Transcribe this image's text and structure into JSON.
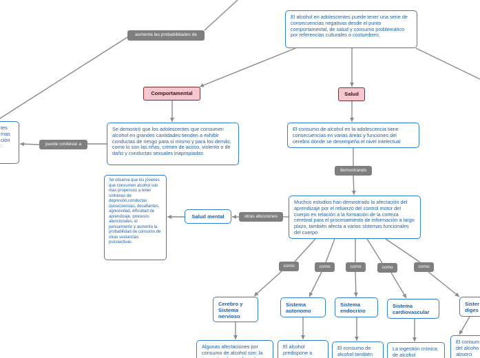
{
  "nodes": {
    "root": "El alcohol en adolescentes puede tener una serie de consecuencias negativas desde el punto comportamental, de salud y consumo problemático por referencias culturales o costumbres.",
    "comportamental": "Comportamental",
    "salud": "Salud",
    "comp_desc": "Se demostró que los adolescentes que consumen alcohol en grandes cantidades tienden a exhibir conductas de riesgo para sí mismo y para los demás, como lo son las riñas, crimen de acoso, violento o de daño y conductas sexuales inapropiadas",
    "left_partial": "tes\nmas\nción\n:",
    "salud_desc": "El consumo de alcohol en la adolescencia tiene consecuencias en varias áreas y funciones del cerebro donde se desempeña el nivel intelectual",
    "estudios": "Muchos estudios han demostrado la afectación del aprendizaje  por el refuerzo del control motor del cuerpo en relación a la formación de la corteza cerebral para el procesamiento de información a largo plazo, también afecta a varios sistemas funcionales del cuerpo",
    "salud_mental": "Salud mental",
    "salud_mental_desc": "Se observa que los jóvenes que consumen alcohol son mas propensos a tener síntomas de depresión,conductas oposicionistas, desafiantes, agresividad, dificultad de aprendizaje, procesos atencionales, el pensamiento y aumenta la probabilidad de consumo de otras sustancias psicoactivas.",
    "cerebro": "Cerebro y Sistema nervioso",
    "autonomo": "Sistema autonomo",
    "endocrino": "Sistema endocrino",
    "cardio": "Sistema cardiovascular",
    "digestivo": "Sister\ndiges",
    "cerebro_desc": "Algunas afectaciones por consumo de alcohol son: la memoria a largo plazo, la",
    "autonomo_desc": "El alcohol predispone a",
    "endocrino_desc": "El consumo de alcohol también",
    "cardio_desc": "La ingestión crónica de alcohol",
    "digestivo_desc": "El consum del alcoho la absorci"
  },
  "labels": {
    "aumenta": "aumenta las probabilidades de",
    "conllevar": "puede conllevar a",
    "demostrando": "demostrando",
    "otras": "otras afecciones",
    "como": "como"
  }
}
